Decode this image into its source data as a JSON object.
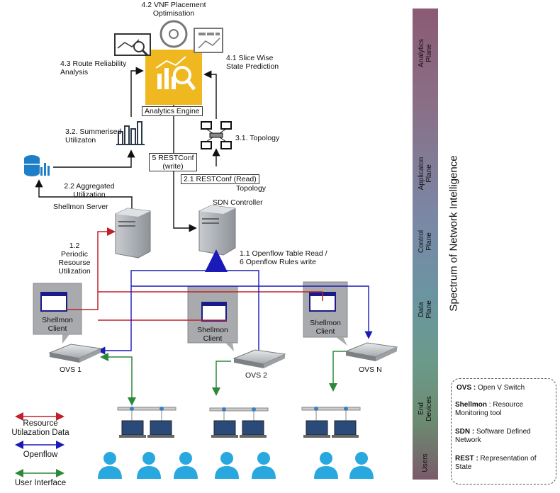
{
  "analytics": {
    "engine_label": "Analytics Engine",
    "vnf_placement": [
      "4.2 VNF Placement",
      "Optimisation"
    ],
    "slice_prediction": [
      "4.1 Slice Wise",
      "State Prediction"
    ],
    "route_reliability": [
      "4.3 Route Reliability",
      "Analysis"
    ]
  },
  "steps": {
    "summerised": [
      "3.2. Summerised",
      "Utilizaton"
    ],
    "topology": "3.1. Topology",
    "restconf_write": [
      "5 RESTConf",
      "(write)"
    ],
    "restconf_read": [
      "2.1 RESTConf (Read)",
      "Topology"
    ],
    "aggregated": [
      "2.2 Aggregated",
      "Utilization"
    ],
    "periodic": [
      "1.2",
      "Periodic",
      "Resourse",
      "Utilization"
    ],
    "openflow": [
      "1.1 Openflow Table Read /",
      "6 Openflow Rules write"
    ]
  },
  "nodes": {
    "shellmon_server": "Shellmon Server",
    "sdn_controller": "SDN Controller",
    "shellmon_client": [
      "Shellmon",
      "Client"
    ],
    "ovs": [
      "OVS 1",
      "OVS 2",
      "OVS N"
    ]
  },
  "legend_arrows": {
    "resource": [
      "Resource",
      "Utilazation Data"
    ],
    "openflow": "Openflow",
    "user_interface": "User Interface"
  },
  "colors": {
    "resource": "#c0202a",
    "openflow": "#1a1ab8",
    "user_interface": "#2a8a3a",
    "analytics_box": "#f0b820",
    "user_icon": "#29a8e0"
  },
  "planes": {
    "analytics": [
      "Analytics",
      "Plane"
    ],
    "application": [
      "Applicaton",
      "Plane"
    ],
    "control": [
      "Control",
      "Plane"
    ],
    "data": [
      "Data",
      "Plane"
    ],
    "end_devices": [
      "End",
      "Devices"
    ],
    "users": "Users"
  },
  "spectrum_title": "Spectrum of Network Intelligence",
  "glossary": [
    {
      "term": "OVS :",
      "desc": " Open V Switch"
    },
    {
      "term": "Shellmon",
      "desc": " : Resource Monitoring tool"
    },
    {
      "term": "SDN :",
      "desc": " Software Defined Network"
    },
    {
      "term": "REST :",
      "desc": " Representation of State"
    }
  ]
}
